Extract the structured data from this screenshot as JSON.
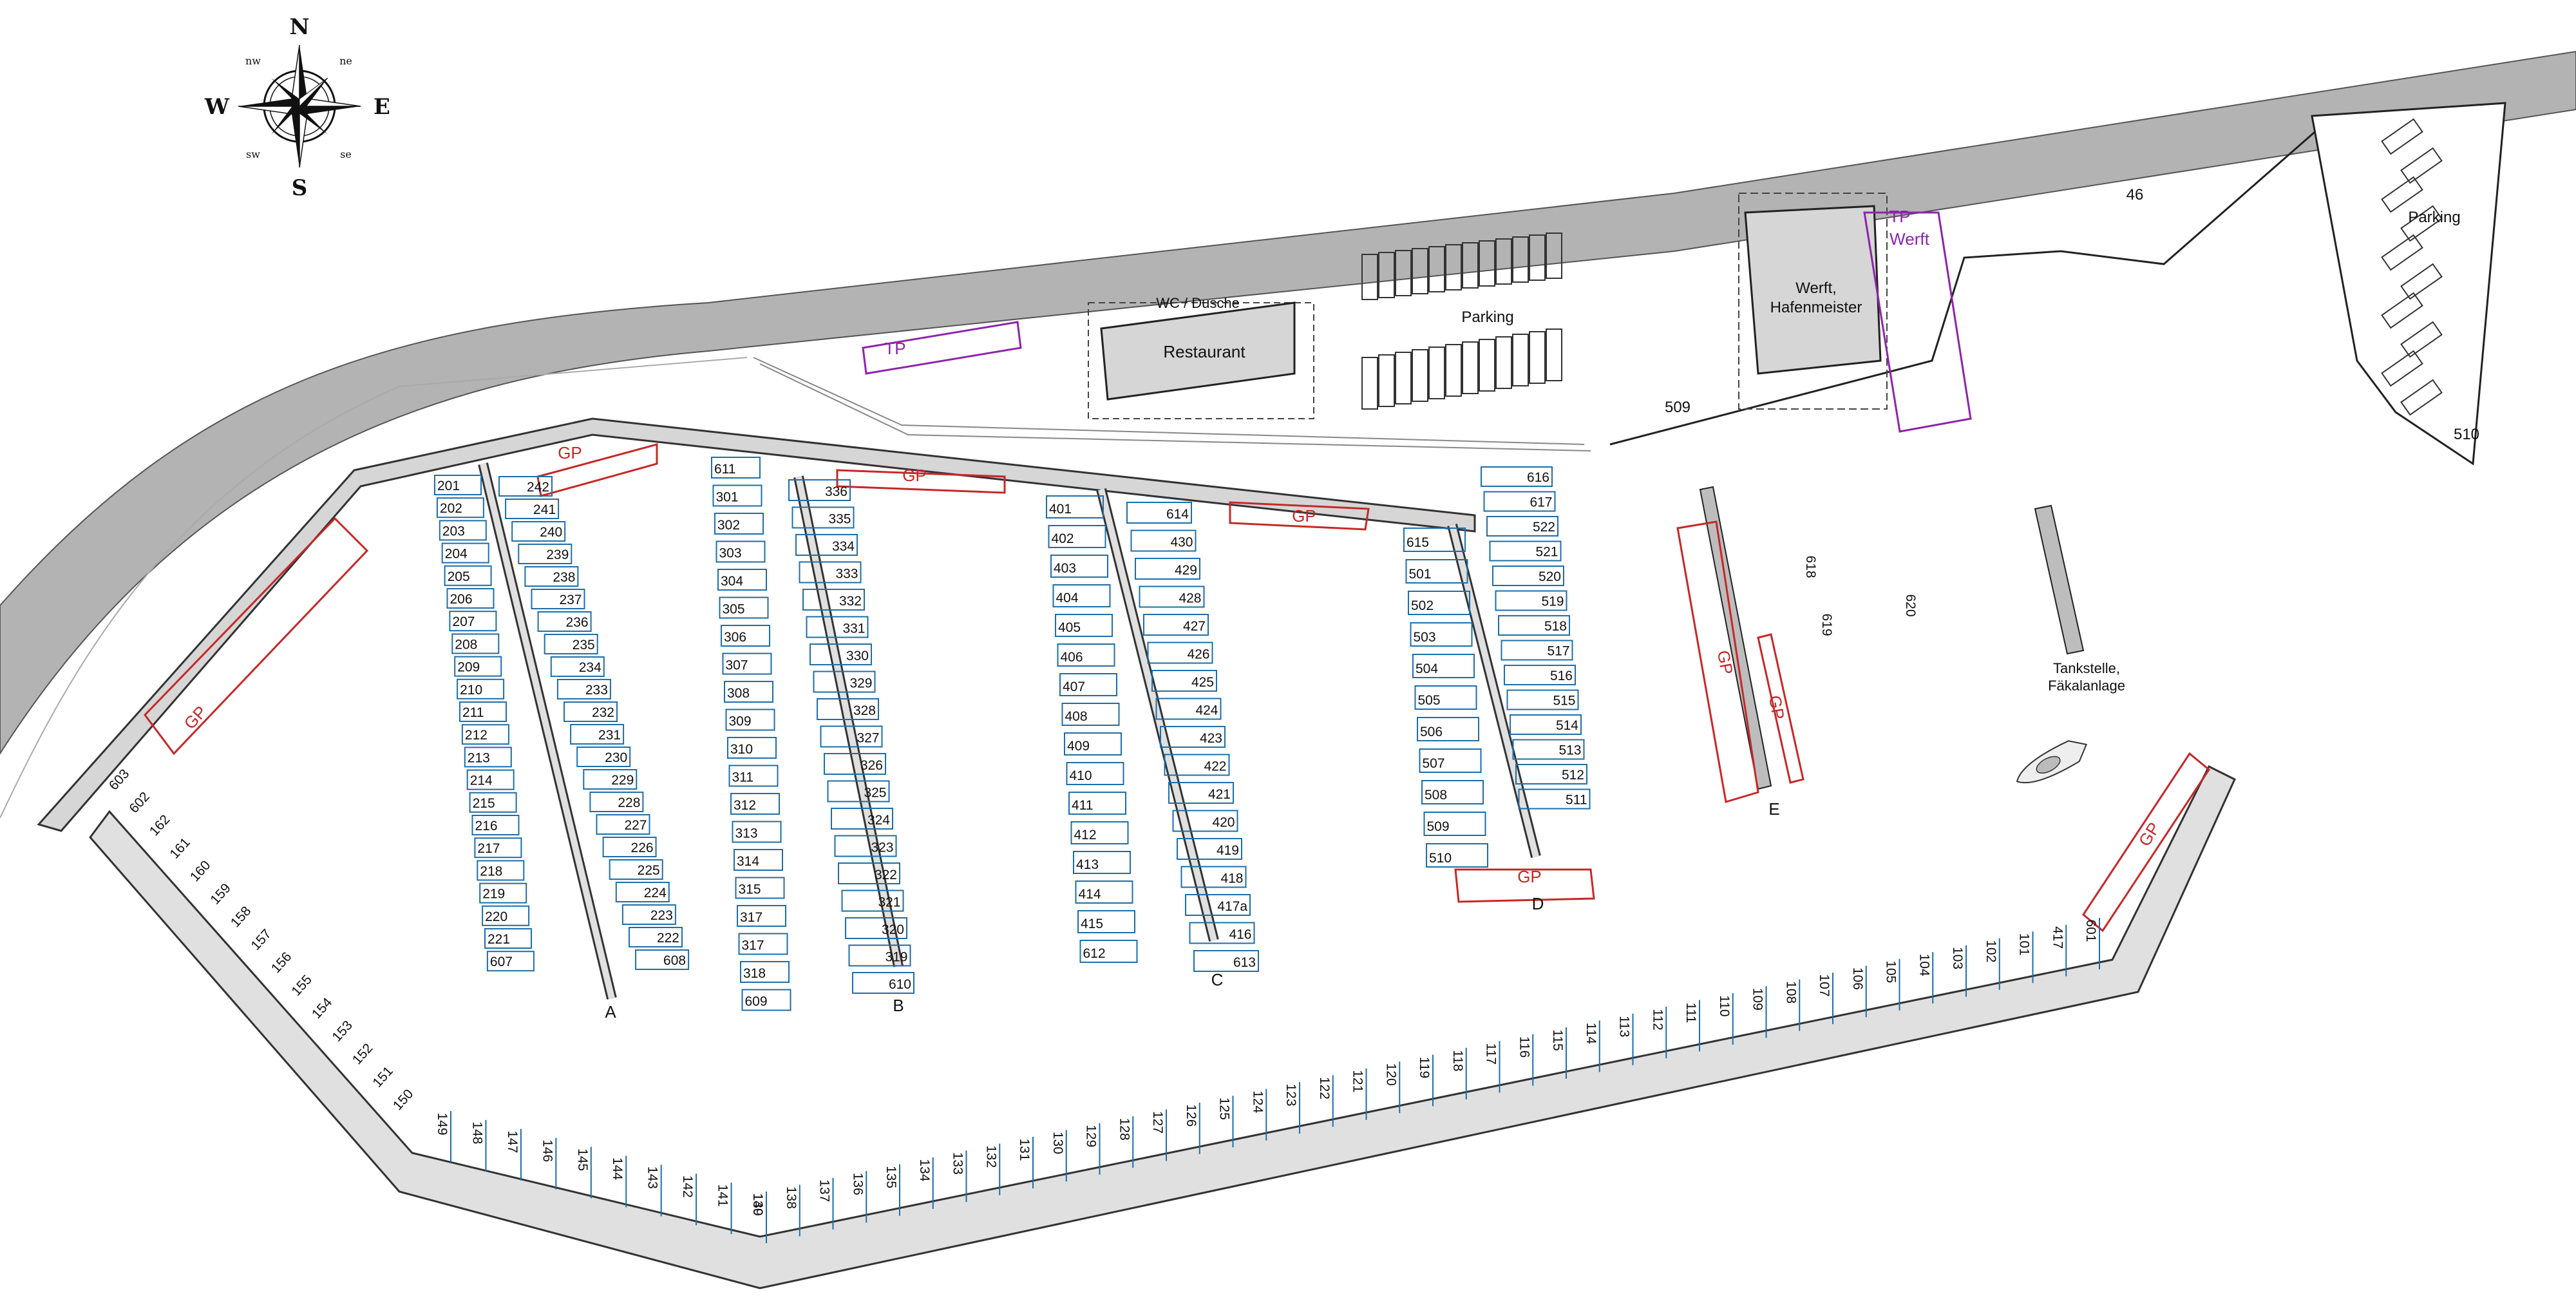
{
  "compass": {
    "n": "N",
    "e": "E",
    "s": "S",
    "w": "W",
    "nw": "nw",
    "ne": "ne",
    "sw": "sw",
    "se": "se"
  },
  "buildings": {
    "restaurant": "Restaurant",
    "wc": "WC / Dusche",
    "werft_line1": "Werft,",
    "werft_line2": "Hafenmeister",
    "tank_line1": "Tankstelle,",
    "tank_line2": "Fäkalanlage"
  },
  "parking": {
    "label": "Parking"
  },
  "areas": {
    "a46": "46",
    "a509": "509",
    "a510": "510"
  },
  "zones": {
    "gp": "GP",
    "tp": "TP",
    "tp_werft_line1": "TP",
    "tp_werft_line2": "Werft"
  },
  "piers": {
    "a": "A",
    "b": "B",
    "c": "C",
    "d": "D",
    "e": "E"
  },
  "berths": {
    "pierA_left": [
      "201",
      "202",
      "203",
      "204",
      "205",
      "206",
      "207",
      "208",
      "209",
      "210",
      "211",
      "212",
      "213",
      "214",
      "215",
      "216",
      "217",
      "218",
      "219",
      "220",
      "221",
      "607"
    ],
    "pierA_right": [
      "242",
      "241",
      "240",
      "239",
      "238",
      "237",
      "236",
      "235",
      "234",
      "233",
      "232",
      "231",
      "230",
      "229",
      "228",
      "227",
      "226",
      "225",
      "224",
      "223",
      "222",
      "608"
    ],
    "pierB_left": [
      "611",
      "301",
      "302",
      "303",
      "304",
      "305",
      "306",
      "307",
      "308",
      "309",
      "310",
      "311",
      "312",
      "313",
      "314",
      "315",
      "317",
      "317",
      "318",
      "609"
    ],
    "pierB_right": [
      "336",
      "335",
      "334",
      "333",
      "332",
      "331",
      "330",
      "329",
      "328",
      "327",
      "326",
      "325",
      "324",
      "323",
      "322",
      "321",
      "320",
      "319",
      "610"
    ],
    "pierC_left": [
      "401",
      "402",
      "403",
      "404",
      "405",
      "406",
      "407",
      "408",
      "409",
      "410",
      "411",
      "412",
      "413",
      "414",
      "415",
      "612"
    ],
    "pierC_right": [
      "614",
      "430",
      "429",
      "428",
      "427",
      "426",
      "425",
      "424",
      "423",
      "422",
      "421",
      "420",
      "419",
      "418",
      "417a",
      "416",
      "613"
    ],
    "pierD_left": [
      "615",
      "501",
      "502",
      "503",
      "504",
      "505",
      "506",
      "507",
      "508",
      "509",
      "510"
    ],
    "pierD_right": [
      "616",
      "617",
      "522",
      "521",
      "520",
      "519",
      "518",
      "517",
      "516",
      "515",
      "514",
      "513",
      "512",
      "511"
    ],
    "pierE": [
      "618",
      "619",
      "620"
    ],
    "west_wall": [
      "603",
      "602",
      "162",
      "161",
      "160",
      "159",
      "158",
      "157",
      "156",
      "155",
      "154",
      "153",
      "152",
      "151",
      "150"
    ],
    "south_wall": [
      "149",
      "148",
      "147",
      "146",
      "145",
      "144",
      "143",
      "142",
      "141",
      "140",
      "139",
      "138",
      "137",
      "136",
      "135",
      "134",
      "133",
      "132",
      "131",
      "130",
      "129",
      "128",
      "127",
      "126",
      "125",
      "124",
      "123",
      "122",
      "121",
      "120",
      "119",
      "118",
      "117",
      "116",
      "115",
      "114",
      "113",
      "112",
      "111",
      "110",
      "109",
      "108",
      "107",
      "106",
      "105",
      "104",
      "103",
      "102",
      "101",
      "417",
      "601"
    ]
  }
}
